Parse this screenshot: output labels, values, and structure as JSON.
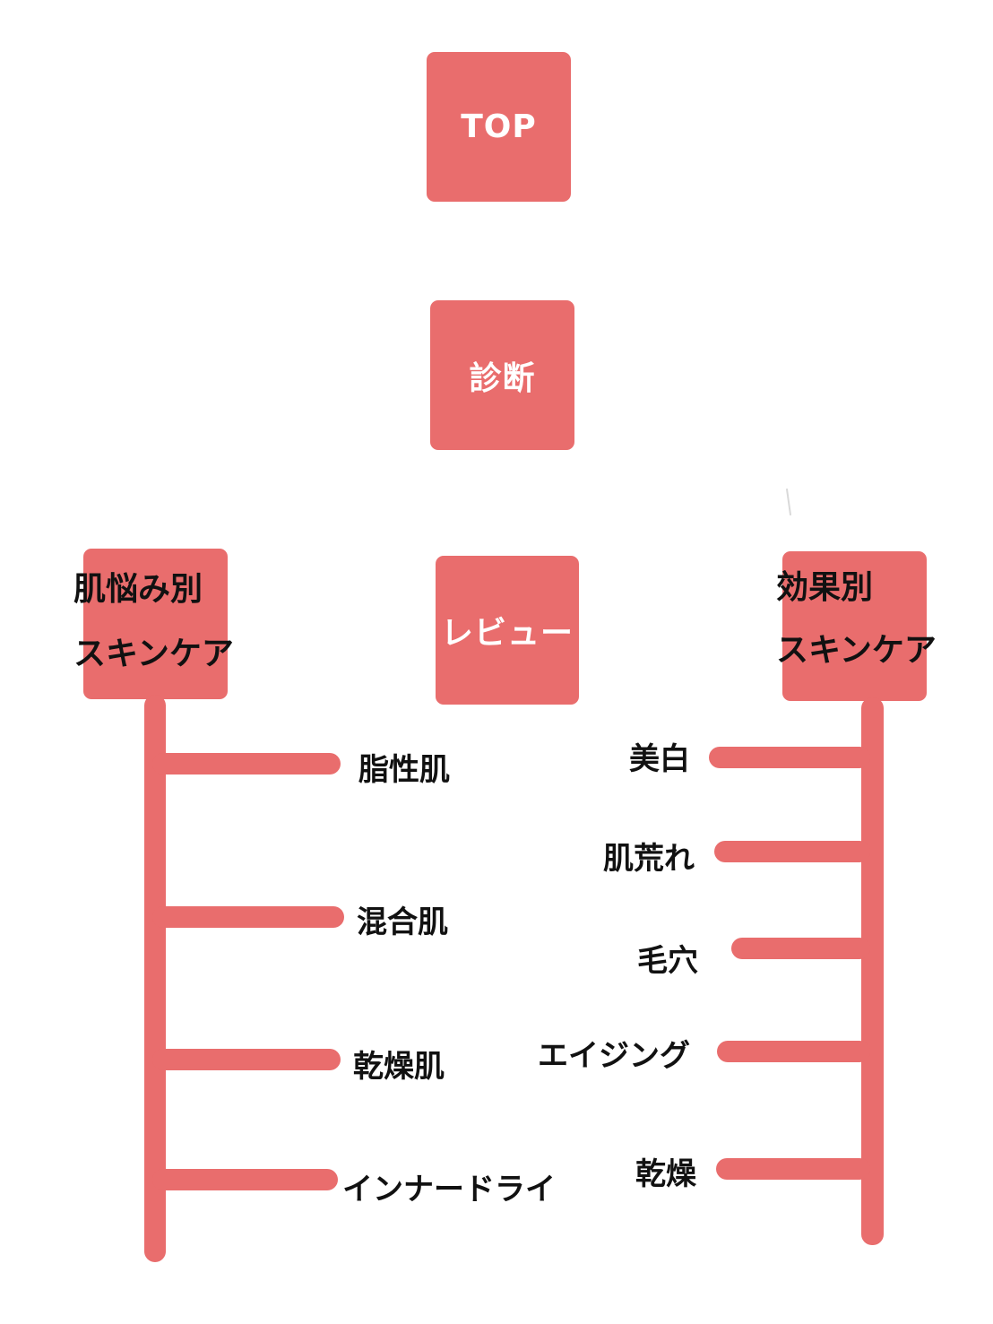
{
  "colors": {
    "accent": "#e96d6d",
    "label_on_box": "#ffffff",
    "text": "#111111",
    "background": "#ffffff"
  },
  "nav": {
    "top": "TOP",
    "diagnosis": "診断",
    "review": "レビュー"
  },
  "categories": {
    "skin_concern": {
      "line1": "肌悩み別",
      "line2": "スキンケア"
    },
    "effect": {
      "line1": "効果別",
      "line2": "スキンケア"
    }
  },
  "skin_concern_items": [
    "脂性肌",
    "混合肌",
    "乾燥肌",
    "インナードライ"
  ],
  "effect_items": [
    "美白",
    "肌荒れ",
    "毛穴",
    "エイジング",
    "乾燥"
  ]
}
